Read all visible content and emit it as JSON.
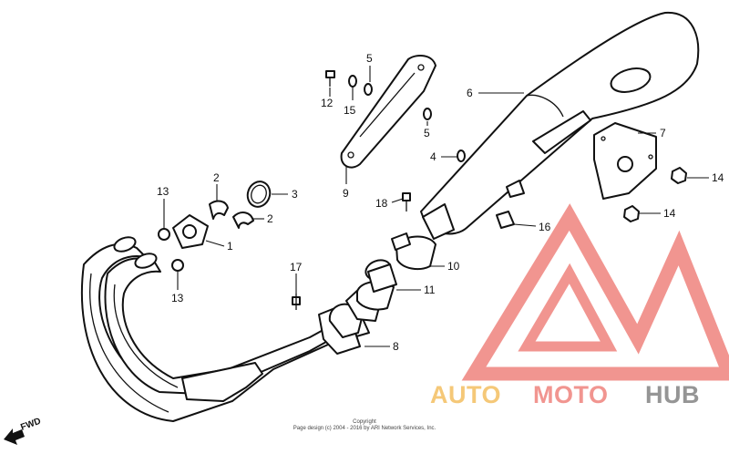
{
  "diagram": {
    "parts": [
      {
        "id": "p1",
        "label": "1"
      },
      {
        "id": "p2a",
        "label": "2"
      },
      {
        "id": "p2b",
        "label": "2"
      },
      {
        "id": "p3",
        "label": "3"
      },
      {
        "id": "p4",
        "label": "4"
      },
      {
        "id": "p5a",
        "label": "5"
      },
      {
        "id": "p5b",
        "label": "5"
      },
      {
        "id": "p6",
        "label": "6"
      },
      {
        "id": "p7",
        "label": "7"
      },
      {
        "id": "p8",
        "label": "8"
      },
      {
        "id": "p9",
        "label": "9"
      },
      {
        "id": "p10",
        "label": "10"
      },
      {
        "id": "p11",
        "label": "11"
      },
      {
        "id": "p12",
        "label": "12"
      },
      {
        "id": "p13a",
        "label": "13"
      },
      {
        "id": "p13b",
        "label": "13"
      },
      {
        "id": "p14a",
        "label": "14"
      },
      {
        "id": "p14b",
        "label": "14"
      },
      {
        "id": "p15",
        "label": "15"
      },
      {
        "id": "p16",
        "label": "16"
      },
      {
        "id": "p17",
        "label": "17"
      },
      {
        "id": "p18",
        "label": "18"
      }
    ],
    "fwd_label": "FWD",
    "copyright_line1": "Copyright",
    "copyright_line2": "Page design (c) 2004 - 2016 by ARI Network Services, Inc."
  },
  "watermark": {
    "word_auto": "AUTO",
    "word_moto": "MOTO",
    "word_hub": "HUB",
    "colors": {
      "auto": "#f4c36a",
      "moto": "#f08a84",
      "hub": "#8a8a8a",
      "triangle": "#f08a84"
    }
  }
}
